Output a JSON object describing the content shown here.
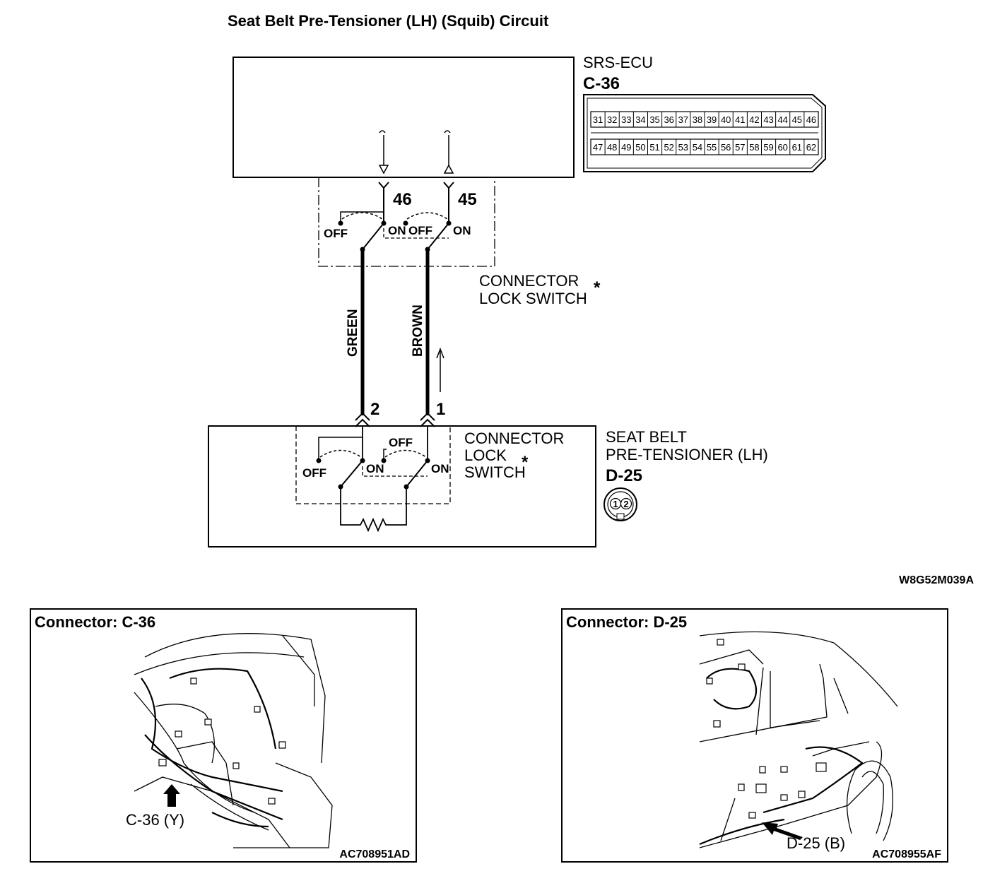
{
  "title": "Seat Belt Pre-Tensioner (LH) (Squib) Circuit",
  "ecu": {
    "name": "SRS-ECU",
    "connector": "C-36",
    "pins_top": [
      "31",
      "32",
      "33",
      "34",
      "35",
      "36",
      "37",
      "38",
      "39",
      "40",
      "41",
      "42",
      "43",
      "44",
      "45",
      "46"
    ],
    "pins_bottom": [
      "47",
      "48",
      "49",
      "50",
      "51",
      "52",
      "53",
      "54",
      "55",
      "56",
      "57",
      "58",
      "59",
      "60",
      "61",
      "62"
    ]
  },
  "ecu_terminals": {
    "left": "46",
    "right": "45"
  },
  "switch_labels": {
    "off": "OFF",
    "on": "ON"
  },
  "lock_switch_top": {
    "line1": "CONNECTOR",
    "line2": "LOCK SWITCH",
    "mark": "*"
  },
  "wires": {
    "left": "GREEN",
    "right": "BROWN"
  },
  "pretensioner_terminals": {
    "left": "2",
    "right": "1"
  },
  "lock_switch_bottom": {
    "line1": "CONNECTOR",
    "line2": "LOCK",
    "line3": "SWITCH",
    "mark": "*"
  },
  "pretensioner": {
    "line1": "SEAT BELT",
    "line2": "PRE-TENSIONER (LH)",
    "connector": "D-25",
    "pins": [
      "1",
      "2"
    ]
  },
  "diagram_code": "W8G52M039A",
  "panel_c36": {
    "heading": "Connector: C-36",
    "callout": "C-36 (Y)",
    "code": "AC708951AD"
  },
  "panel_d25": {
    "heading": "Connector: D-25",
    "callout": "D-25 (B)",
    "code": "AC708955AF"
  }
}
